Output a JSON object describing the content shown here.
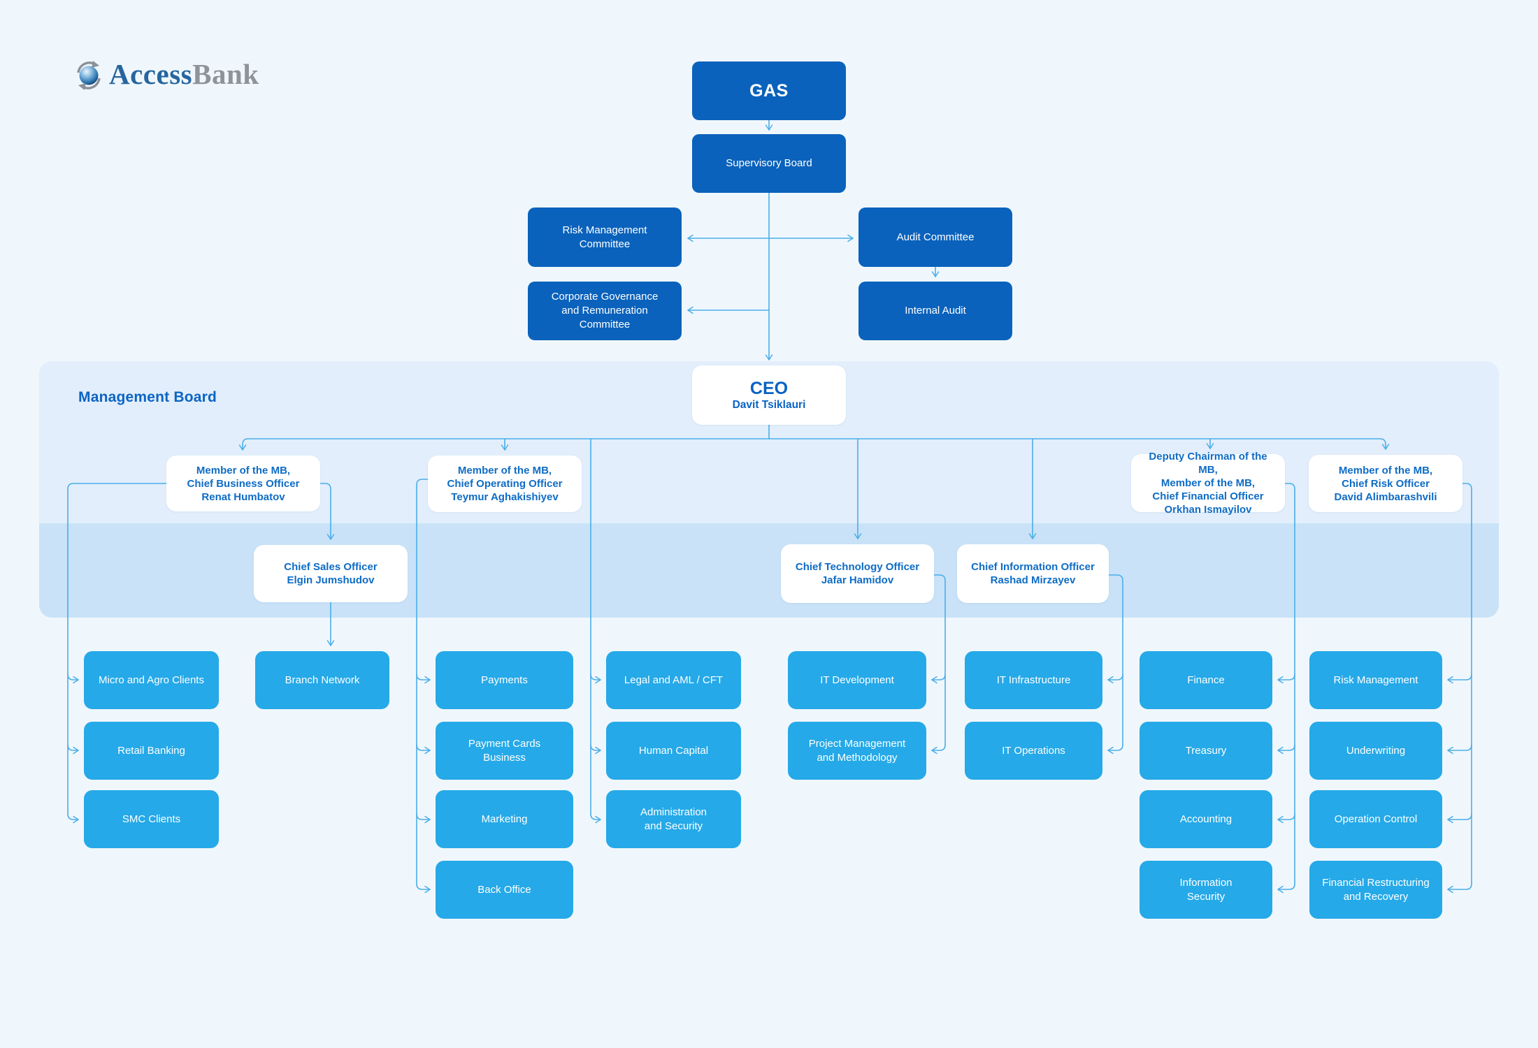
{
  "colors": {
    "background": "#f0f7fc",
    "dark_blue_box": "#0a62bc",
    "cyan_box": "#25a9e8",
    "connector_line": "#4aaee9",
    "band_top": "#e2eefb",
    "band_bottom": "#c9e2f8",
    "blue_text": "#0e6cc5",
    "logo_blue": "#27659e",
    "logo_gray": "#8e9399"
  },
  "logo": {
    "access": "Access",
    "bank": "Bank",
    "icon": "globe-with-arrows"
  },
  "governance": {
    "gas": "GAS",
    "supervisory_board": "Supervisory Board",
    "risk_management_committee": "Risk Management\nCommittee",
    "audit_committee": "Audit Committee",
    "corporate_governance_committee": "Corporate Governance\nand Remuneration\nCommittee",
    "internal_audit": "Internal Audit"
  },
  "management_board": {
    "label": "Management Board",
    "ceo": {
      "title": "CEO",
      "name": "Davit Tsiklauri"
    },
    "members": {
      "cbo": "Member of the MB,\nChief Business Officer\nRenat Humbatov",
      "coo": "Member of the MB,\nChief Operating Officer\nTeymur Aghakishiyev",
      "cso": "Chief Sales Officer\nElgin Jumshudov",
      "cto": "Chief Technology Officer\nJafar Hamidov",
      "cio": "Chief Information Officer\nRashad Mirzayev",
      "cfo": "Deputy Chairman of the MB,\nMember of the MB,\nChief Financial Officer\nOrkhan Ismayilov",
      "cro": "Member of the MB,\nChief Risk Officer\nDavid Alimbarashvili"
    }
  },
  "departments": {
    "business_clients": [
      "Micro and Agro Clients",
      "Retail Banking",
      "SMC Clients"
    ],
    "sales": [
      "Branch Network"
    ],
    "operations": [
      "Payments",
      "Payment Cards\nBusiness",
      "Marketing",
      "Back Office"
    ],
    "corporate_services": [
      "Legal and AML / CFT",
      "Human Capital",
      "Administration\nand Security"
    ],
    "technology": [
      "IT Development",
      "Project Management\nand Methodology"
    ],
    "it": [
      "IT Infrastructure",
      "IT Operations"
    ],
    "finance": [
      "Finance",
      "Treasury",
      "Accounting",
      "Information\nSecurity"
    ],
    "risk": [
      "Risk Management",
      "Underwriting",
      "Operation Control",
      "Financial Restructuring\nand Recovery"
    ]
  }
}
